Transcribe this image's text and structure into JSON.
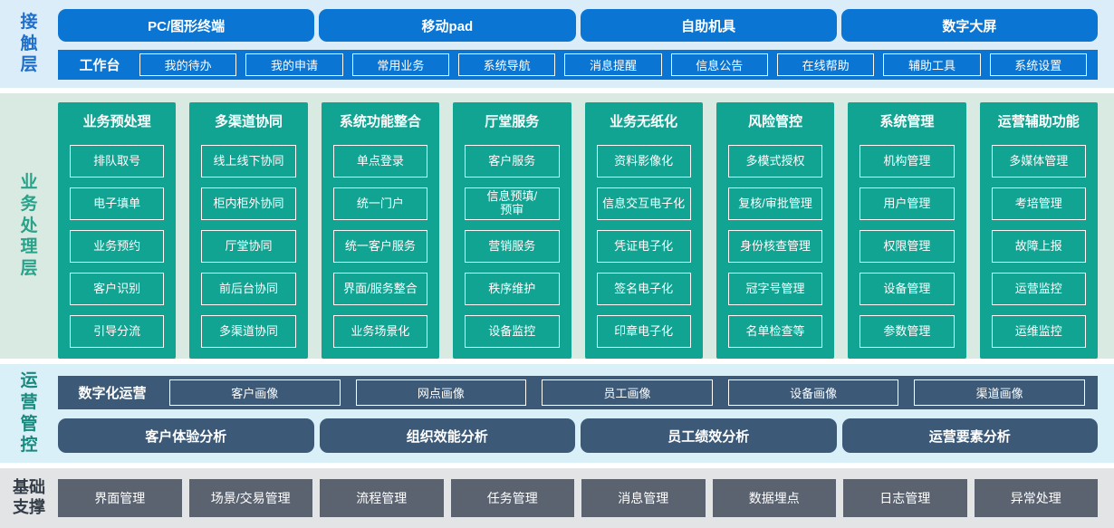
{
  "colors": {
    "contact_blue": "#0b75d3",
    "contact_bg": "#dcedfa",
    "contact_label": "#1f6ec8",
    "business_teal": "#12a492",
    "business_bg": "#d9eae3",
    "business_label": "#28a289",
    "ops_slate": "#3c5a78",
    "ops_bg": "#d9f0f9",
    "ops_label": "#19897e",
    "foundation_gray": "#5b6370",
    "foundation_bg": "#e2e4e6",
    "foundation_label": "#333c47"
  },
  "contact_layer": {
    "label": "接触层",
    "terminals": [
      "PC/图形终端",
      "移动pad",
      "自助机具",
      "数字大屏"
    ],
    "workbench": {
      "label": "工作台",
      "items": [
        "我的待办",
        "我的申请",
        "常用业务",
        "系统导航",
        "消息提醒",
        "信息公告",
        "在线帮助",
        "辅助工具",
        "系统设置"
      ]
    }
  },
  "business_layer": {
    "label": "业务处理层",
    "columns": [
      {
        "title": "业务预处理",
        "items": [
          "排队取号",
          "电子填单",
          "业务预约",
          "客户识别",
          "引导分流"
        ]
      },
      {
        "title": "多渠道协同",
        "items": [
          "线上线下协同",
          "柜内柜外协同",
          "厅堂协同",
          "前后台协同",
          "多渠道协同"
        ]
      },
      {
        "title": "系统功能整合",
        "items": [
          "单点登录",
          "统一门户",
          "统一客户服务",
          "界面/服务整合",
          "业务场景化"
        ]
      },
      {
        "title": "厅堂服务",
        "items": [
          "客户服务",
          "信息预填/\n预审",
          "营销服务",
          "秩序维护",
          "设备监控"
        ]
      },
      {
        "title": "业务无纸化",
        "items": [
          "资料影像化",
          "信息交互电子化",
          "凭证电子化",
          "签名电子化",
          "印章电子化"
        ]
      },
      {
        "title": "风险管控",
        "items": [
          "多模式授权",
          "复核/审批管理",
          "身份核查管理",
          "冠字号管理",
          "名单检查等"
        ]
      },
      {
        "title": "系统管理",
        "items": [
          "机构管理",
          "用户管理",
          "权限管理",
          "设备管理",
          "参数管理"
        ]
      },
      {
        "title": "运营辅助功能",
        "items": [
          "多媒体管理",
          "考培管理",
          "故障上报",
          "运营监控",
          "运维监控"
        ]
      }
    ]
  },
  "operations_layer": {
    "label": "运营管控",
    "digital_ops": {
      "label": "数字化运营",
      "items": [
        "客户画像",
        "网点画像",
        "员工画像",
        "设备画像",
        "渠道画像"
      ]
    },
    "analysis": [
      "客户体验分析",
      "组织效能分析",
      "员工绩效分析",
      "运营要素分析"
    ]
  },
  "foundation_layer": {
    "label": "基础支撑",
    "label_lines": [
      "基础",
      "支撑"
    ],
    "items": [
      "界面管理",
      "场景/交易管理",
      "流程管理",
      "任务管理",
      "消息管理",
      "数据埋点",
      "日志管理",
      "异常处理"
    ]
  }
}
